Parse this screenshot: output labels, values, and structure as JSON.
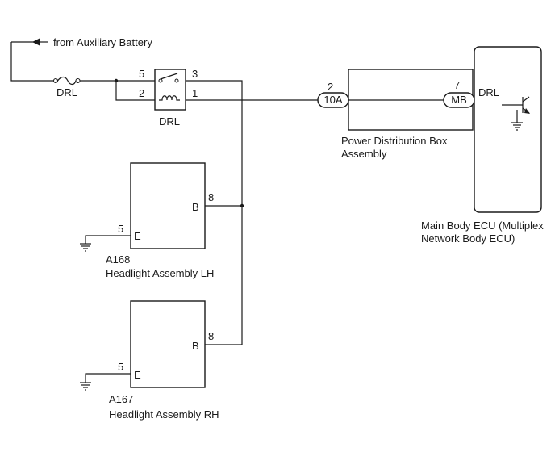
{
  "source": {
    "arrow_label": "from Auxiliary Battery"
  },
  "fuse": {
    "label": "DRL"
  },
  "relay": {
    "label": "DRL",
    "pin_5": "5",
    "pin_3": "3",
    "pin_2": "2",
    "pin_1": "1"
  },
  "power_box": {
    "name_line1": "Power Distribution Box",
    "name_line2": "Assembly",
    "pin_in": "2",
    "connector_in": "10A",
    "pin_out": "7",
    "connector_out": "MB"
  },
  "ecu": {
    "name_line1": "Main Body ECU (Multiplex",
    "name_line2": "Network Body ECU)",
    "terminal": "DRL"
  },
  "headlight_lh": {
    "code": "A168",
    "name": "Headlight Assembly LH",
    "term_b": "B",
    "pin_b": "8",
    "term_e": "E",
    "pin_e": "5"
  },
  "headlight_rh": {
    "code": "A167",
    "name": "Headlight Assembly RH",
    "term_b": "B",
    "pin_b": "8",
    "term_e": "E",
    "pin_e": "5"
  }
}
